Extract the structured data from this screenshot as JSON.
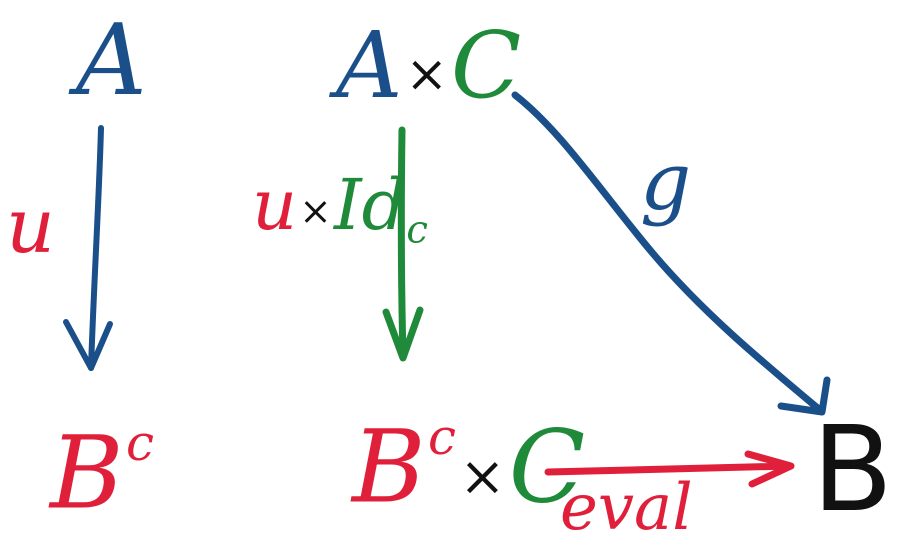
{
  "colors": {
    "blue": "#1a4f8a",
    "green": "#1f8a3a",
    "red": "#e0203a",
    "black": "#111111"
  },
  "nodes": {
    "A": {
      "text": "A"
    },
    "AxC": {
      "a": "A",
      "times": "×",
      "c": "C"
    },
    "BC_left": {
      "base": "B",
      "sup": "c"
    },
    "BCxC": {
      "base": "B",
      "sup": "c",
      "times": "×",
      "c": "C"
    },
    "B": {
      "text": "B"
    }
  },
  "arrows": [
    {
      "id": "u-arrow",
      "from": "A",
      "to": "B^c",
      "label": "u",
      "color": "blue"
    },
    {
      "id": "uxid-arrow",
      "from": "A×C",
      "to": "B^c×C",
      "label": "u×Id_c",
      "color": "green"
    },
    {
      "id": "g-arrow",
      "from": "A×C",
      "to": "B",
      "label": "g",
      "color": "blue"
    },
    {
      "id": "eval-arrow",
      "from": "B^c×C",
      "to": "B",
      "label": "eval",
      "color": "red"
    }
  ],
  "labels": {
    "u": "u",
    "uxid": {
      "u": "u",
      "times": "×",
      "id": "Id",
      "sub": "c"
    },
    "g": "g",
    "eval": "eval"
  }
}
